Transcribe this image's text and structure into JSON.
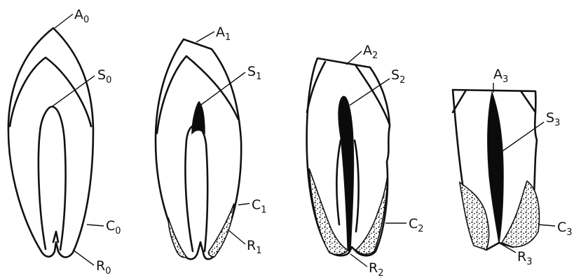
{
  "diagram": {
    "stages": [
      {
        "id": "stage-0",
        "labels": [
          {
            "key": "A",
            "sub": "0"
          },
          {
            "key": "S",
            "sub": "0"
          },
          {
            "key": "C",
            "sub": "0"
          },
          {
            "key": "R",
            "sub": "0"
          }
        ]
      },
      {
        "id": "stage-1",
        "labels": [
          {
            "key": "A",
            "sub": "1"
          },
          {
            "key": "S",
            "sub": "1"
          },
          {
            "key": "C",
            "sub": "1"
          },
          {
            "key": "R",
            "sub": "1"
          }
        ]
      },
      {
        "id": "stage-2",
        "labels": [
          {
            "key": "A",
            "sub": "2"
          },
          {
            "key": "S",
            "sub": "2"
          },
          {
            "key": "C",
            "sub": "2"
          },
          {
            "key": "R",
            "sub": "2"
          }
        ]
      },
      {
        "id": "stage-3",
        "labels": [
          {
            "key": "A",
            "sub": "3"
          },
          {
            "key": "S",
            "sub": "3"
          },
          {
            "key": "C",
            "sub": "3"
          },
          {
            "key": "R",
            "sub": "3"
          }
        ]
      }
    ],
    "colors": {
      "ink": "#111111",
      "pulp": "#0b0b0b",
      "paper": "#ffffff"
    }
  }
}
